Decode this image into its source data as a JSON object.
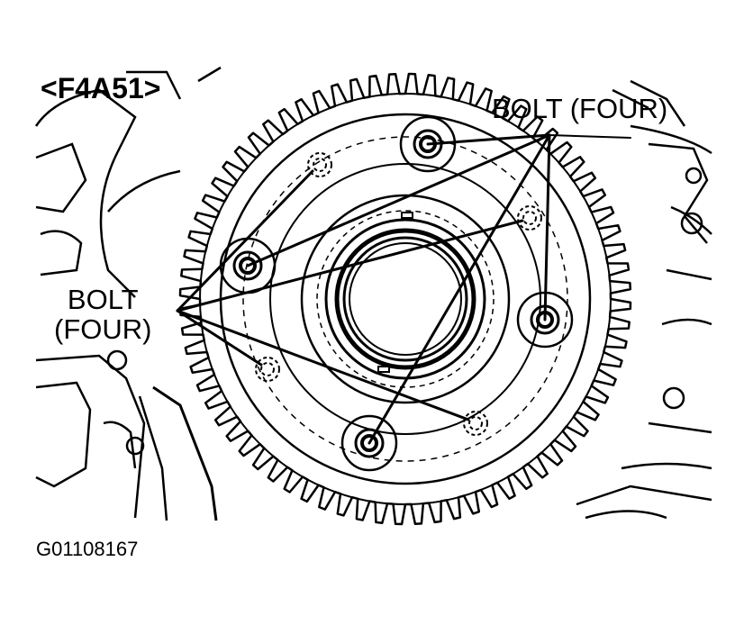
{
  "diagram": {
    "model_label": "<F4A51>",
    "callout_top": "BOLT (FOUR)",
    "callout_left_line1": "BOLT",
    "callout_left_line2": "(FOUR)",
    "figure_id": "G01108167",
    "colors": {
      "ink": "#000000",
      "paper": "#ffffff"
    },
    "ring_gear": {
      "tooth_count": 72
    },
    "bolts": [
      {
        "id": "bolt-1",
        "style": "solid"
      },
      {
        "id": "bolt-2",
        "style": "solid"
      },
      {
        "id": "bolt-3",
        "style": "solid"
      },
      {
        "id": "bolt-4",
        "style": "solid"
      },
      {
        "id": "bolt-5",
        "style": "hidden"
      },
      {
        "id": "bolt-6",
        "style": "hidden"
      },
      {
        "id": "bolt-7",
        "style": "hidden"
      },
      {
        "id": "bolt-8",
        "style": "hidden"
      }
    ]
  }
}
